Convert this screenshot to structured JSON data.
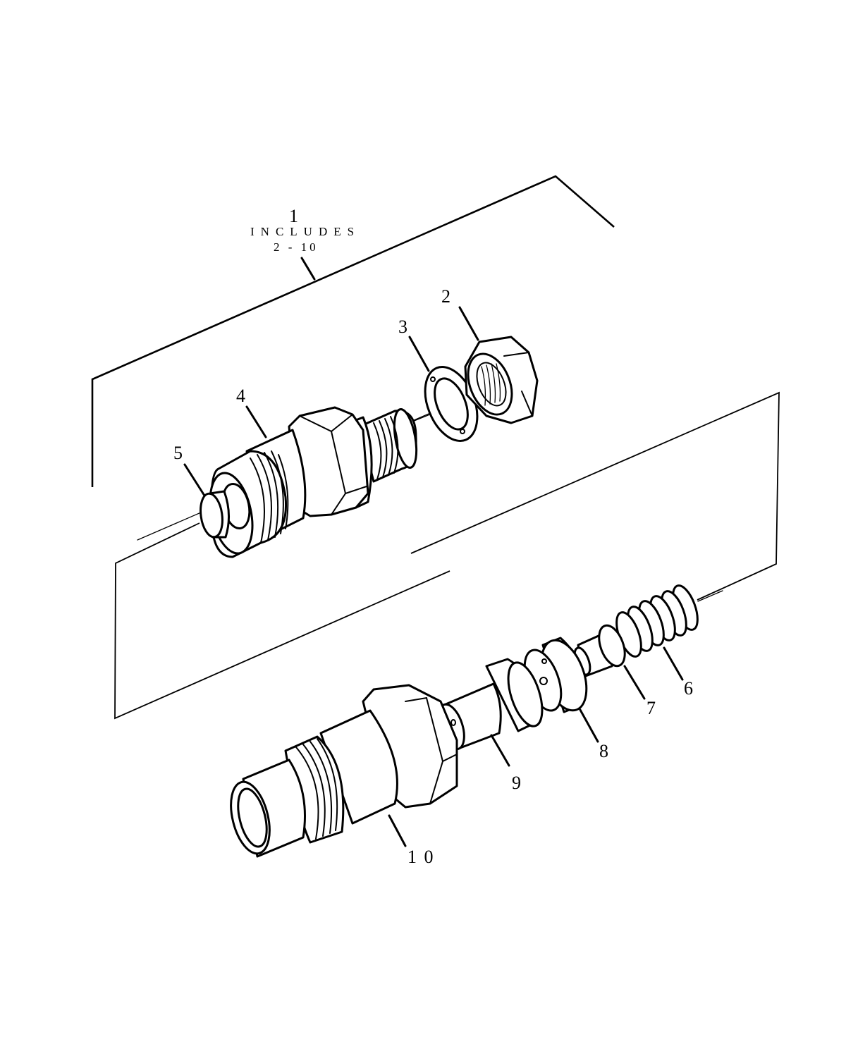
{
  "diagram": {
    "title_callout": {
      "number": "1",
      "line1": "INCLUDES",
      "line2": "2 - 10"
    },
    "callouts": [
      {
        "id": "2",
        "label": "2",
        "part": "nut"
      },
      {
        "id": "3",
        "label": "3",
        "part": "washer"
      },
      {
        "id": "4",
        "label": "4",
        "part": "nozzle-holder-body"
      },
      {
        "id": "5",
        "label": "5",
        "part": "pin"
      },
      {
        "id": "6",
        "label": "6",
        "part": "spring"
      },
      {
        "id": "7",
        "label": "7",
        "part": "spring-seat"
      },
      {
        "id": "8",
        "label": "8",
        "part": "spacer-disc"
      },
      {
        "id": "9",
        "label": "9",
        "part": "nozzle-valve"
      },
      {
        "id": "10",
        "label": "1 0",
        "part": "retaining-nut-body"
      }
    ],
    "colors": {
      "line": "#000000",
      "background": "#ffffff"
    }
  }
}
